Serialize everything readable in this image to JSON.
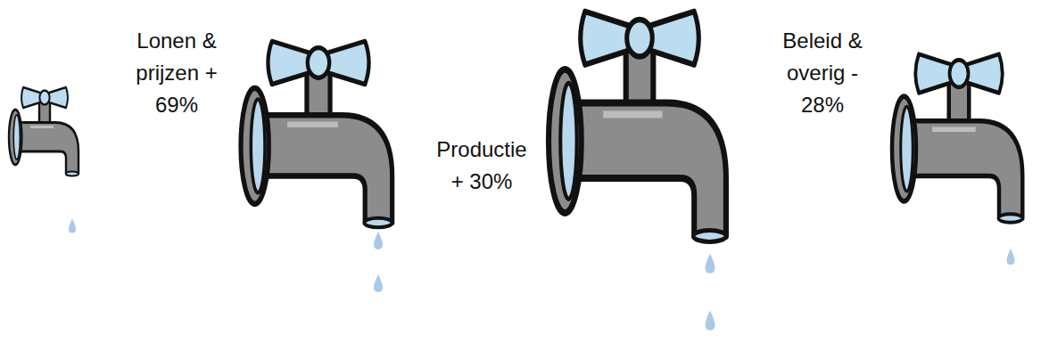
{
  "diagram": {
    "labels": [
      "Lonen & prijzen + 69%",
      "Productie + 30%",
      "Beleid & overig - 28%"
    ]
  }
}
